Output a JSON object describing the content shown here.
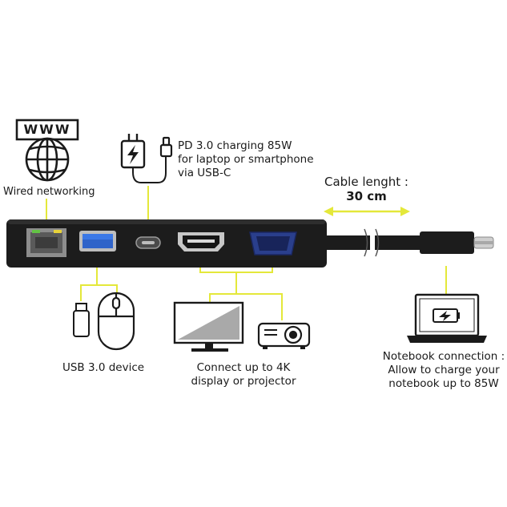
{
  "colors": {
    "accent": "#e4e83a",
    "hub_body": "#1c1c1c",
    "port_blue": "#2a3f8c",
    "port_usb_blue": "#2f63c9",
    "ethernet_led_green": "#63c244",
    "ethernet_led_yellow": "#e7d23a"
  },
  "icons": {
    "www": "www-globe-icon",
    "power_plug": "power-plug-icon",
    "usbc_plug": "usb-c-plug-icon",
    "usb_stick": "usb-stick-icon",
    "mouse": "mouse-icon",
    "monitor": "monitor-icon",
    "projector": "projector-icon",
    "laptop": "laptop-icon",
    "battery": "battery-charging-icon"
  },
  "labels": {
    "www_text": "WWW",
    "wired_networking": "Wired networking",
    "pd_line1": "PD 3.0 charging 85W",
    "pd_line2": "for laptop or smartphone",
    "pd_line3": "via USB-C",
    "cable_line1": "Cable lenght :",
    "cable_line2": "30 cm",
    "usb_device": "USB 3.0 device",
    "display_line1": "Connect up to 4K",
    "display_line2": "display or projector",
    "notebook_line1": "Notebook connection :",
    "notebook_line2": "Allow to  charge your",
    "notebook_line3": "notebook up to 85W"
  }
}
